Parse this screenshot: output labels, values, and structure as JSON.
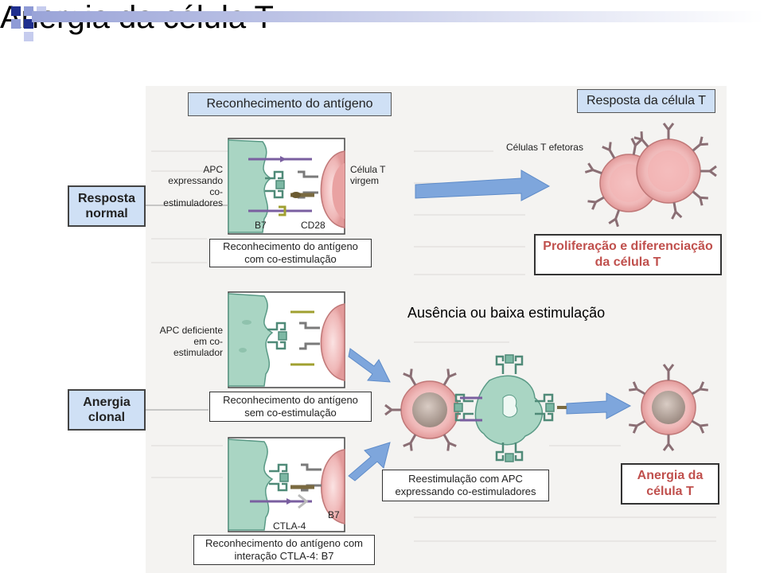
{
  "slide": {
    "title": "Anergia da célula T"
  },
  "headers": {
    "recognition": "Reconhecimento do antígeno",
    "response": "Resposta da célula T"
  },
  "side_labels": {
    "normal": "Resposta normal",
    "anergy": "Anergia clonal"
  },
  "panel1": {
    "apc_label": "APC expressando co-estimuladores",
    "tcell_label": "Célula T virgem",
    "b7": "B7",
    "cd28": "CD28",
    "caption": "Reconhecimento do antígeno com co-estimulação"
  },
  "panel2": {
    "apc_label": "APC deficiente em co-estimulador",
    "caption": "Reconhecimento do antígeno sem co-estimulação"
  },
  "panel3": {
    "ctla4": "CTLA-4",
    "b7": "B7",
    "caption": "Reconhecimento do antígeno com interação CTLA-4: B7"
  },
  "effector_label": "Células T efetoras",
  "result_normal": "Proliferação e diferenciação da célula T",
  "restim_caption": "Reestimulação com APC expressando co-estimuladores",
  "result_anergy": "Anergia da célula T",
  "low_stim_caption": "Ausência ou baixa estimulação",
  "colors": {
    "apc": "#a9d5c3",
    "tcell": "#f3c5c5",
    "nucleus": "#b8a9a0",
    "arrow": "#7ea6dc",
    "header_bg": "#cfe0f5",
    "result_text": "#c0504d"
  }
}
